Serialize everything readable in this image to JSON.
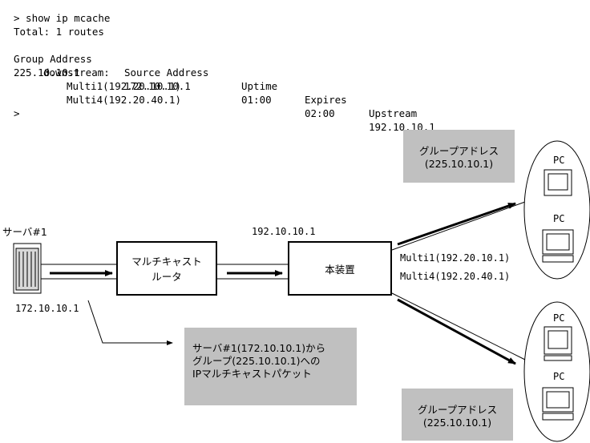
{
  "terminal": {
    "prompt_cmd": "> show ip mcache",
    "total": "Total: 1 routes",
    "headers": [
      "Group Address",
      "Source Address",
      "Uptime",
      "Expires",
      "Upstream"
    ],
    "values": [
      "225.10.10.1",
      "172.10.10.1",
      "01:00",
      "02:00",
      "192.10.10.1"
    ],
    "downstream_label": "downstream:",
    "downstream": [
      "Multi1(192.20.10.1)",
      "Multi4(192.20.40.1)"
    ],
    "prompt_end": ">"
  },
  "diagram": {
    "server_label": "サーバ#1",
    "server_ip": "172.10.10.1",
    "router_lines": [
      "マルチキャスト",
      "ルータ"
    ],
    "router_ip": "192.10.10.1",
    "device_label": "本装置",
    "multi1": "Multi1(192.20.10.1)",
    "multi4": "Multi4(192.20.40.1)",
    "group_box_top": [
      "グループアドレス",
      "(225.10.10.1)"
    ],
    "group_box_bottom": [
      "グループアドレス",
      "(225.10.10.1)"
    ],
    "packet_note": [
      "サーバ#1(172.10.10.1)から",
      "グループ(225.10.10.1)への",
      "IPマルチキャストパケット"
    ],
    "pc_label": "PC"
  }
}
